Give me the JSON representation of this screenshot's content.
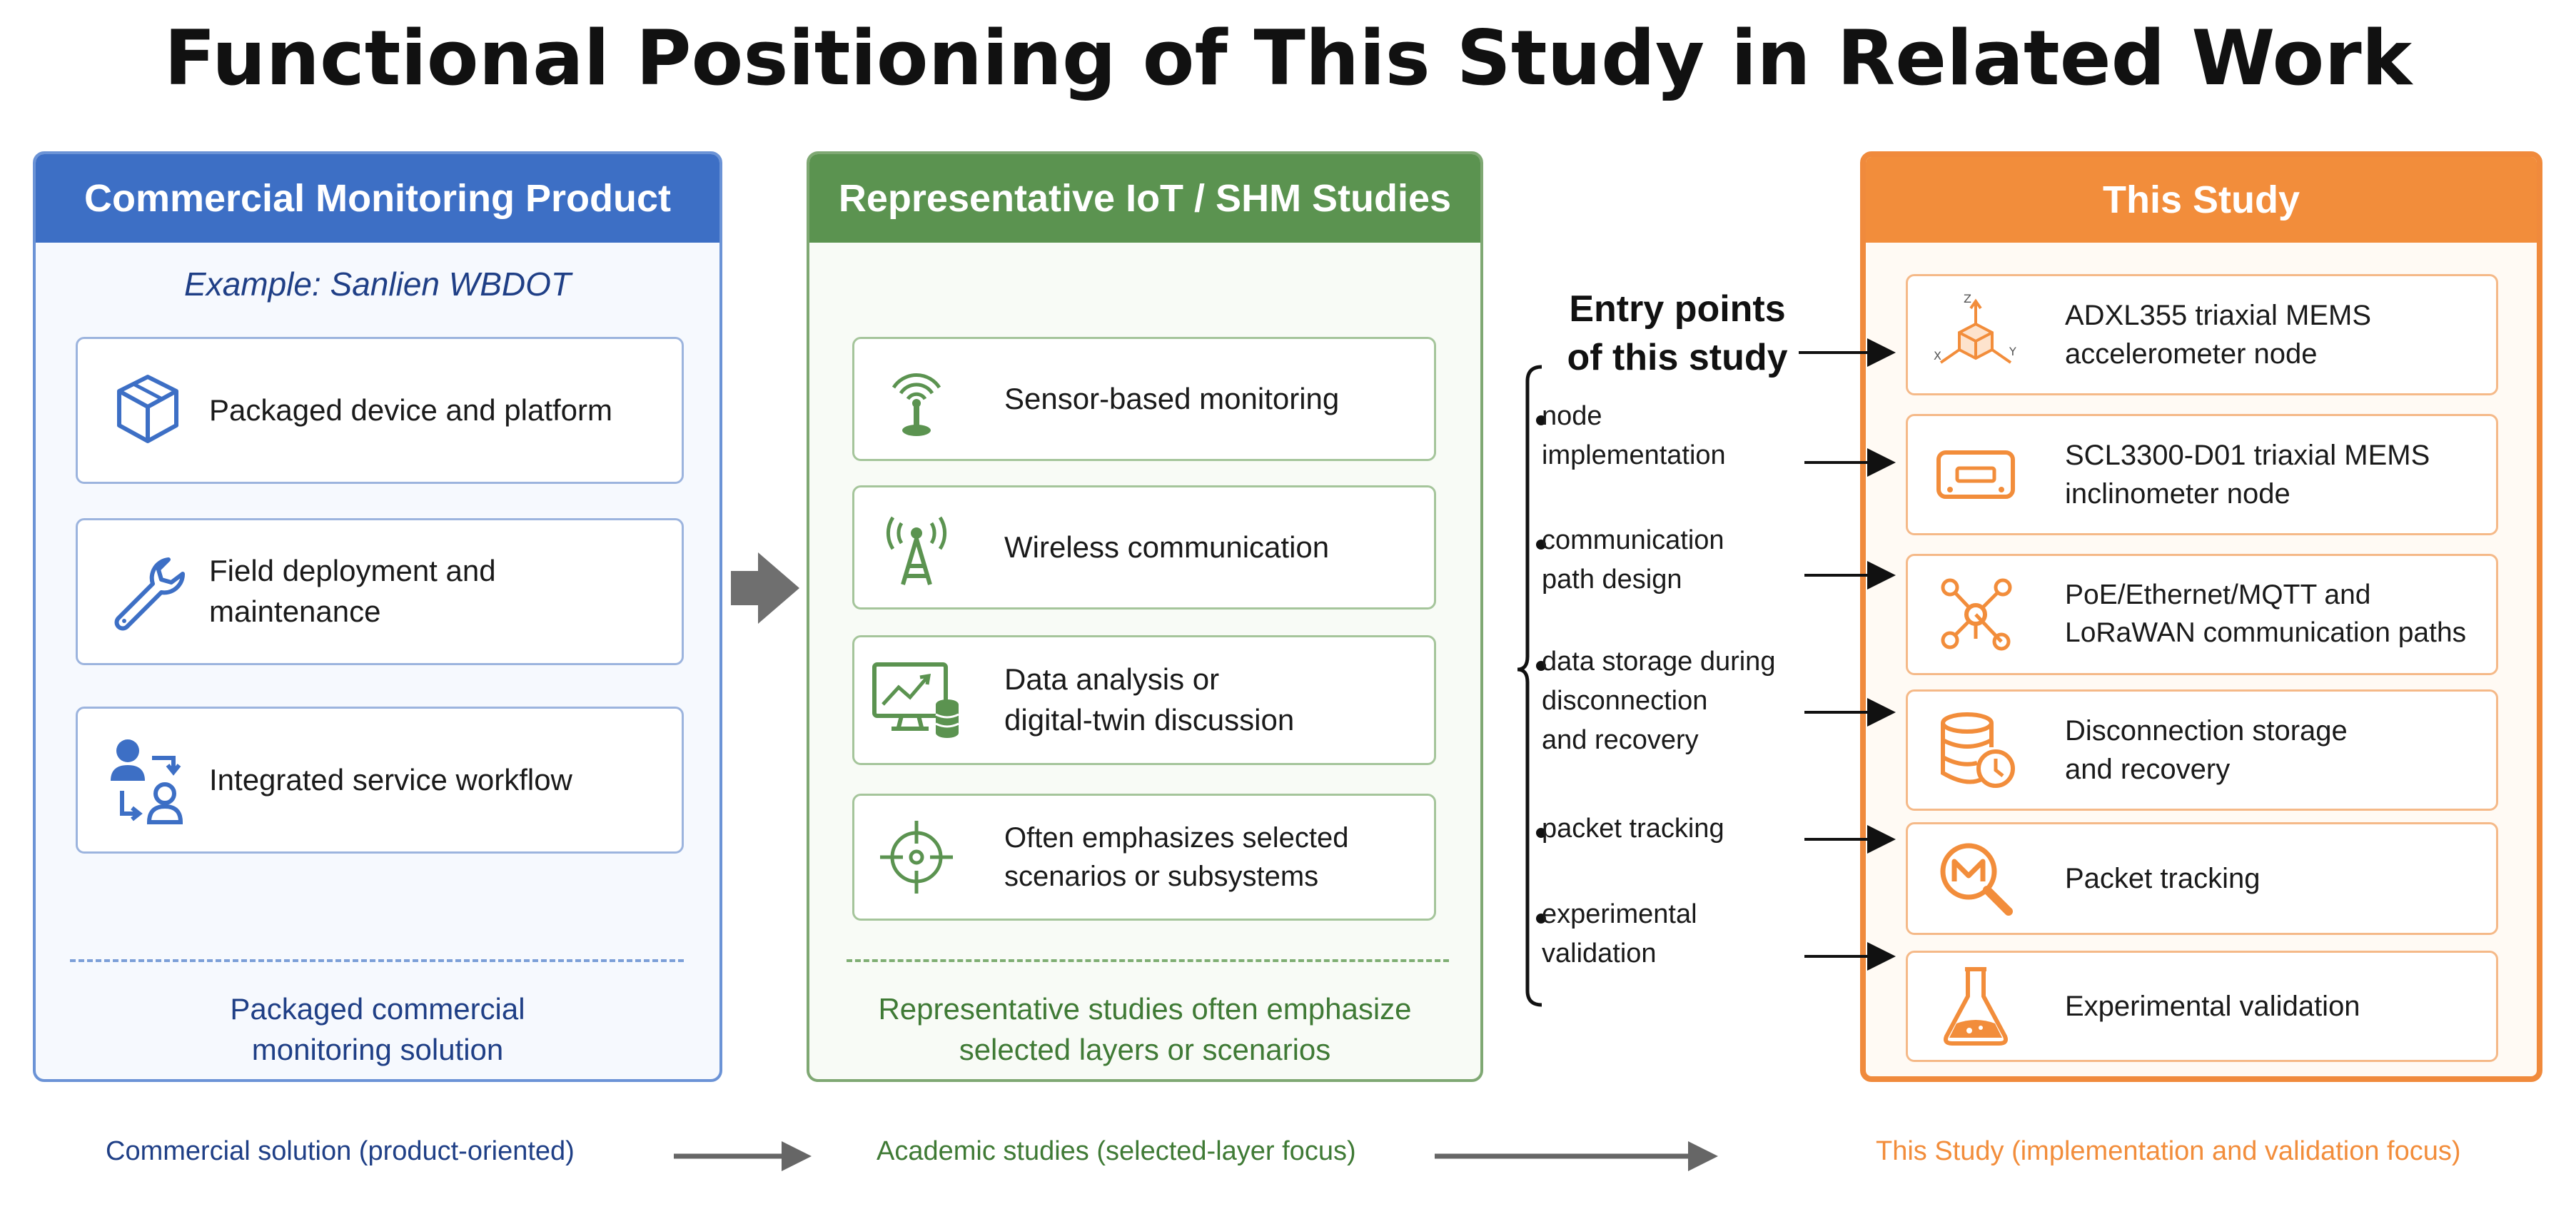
{
  "title": "Functional Positioning of This Study in Related Work",
  "colors": {
    "commercial": "#3d6fc5",
    "academic": "#5b9350",
    "study": "#f28d3b"
  },
  "commercial": {
    "header": "Commercial Monitoring Product",
    "example": "Example: Sanlien WBDOT",
    "cards": [
      {
        "icon": "package-box-icon",
        "label": "Packaged device and platform"
      },
      {
        "icon": "wrench-icon",
        "label": "Field deployment and maintenance"
      },
      {
        "icon": "user-workflow-icon",
        "label": "Integrated service workflow"
      }
    ],
    "footer": [
      "Packaged commercial",
      "monitoring solution"
    ]
  },
  "academic": {
    "header": "Representative IoT / SHM Studies",
    "cards": [
      {
        "icon": "sensor-signal-icon",
        "label": [
          "Sensor-based monitoring"
        ]
      },
      {
        "icon": "antenna-tower-icon",
        "label": [
          "Wireless communication"
        ]
      },
      {
        "icon": "analytics-database-icon",
        "label": [
          "Data analysis or",
          "digital-twin discussion"
        ]
      },
      {
        "icon": "target-crosshair-icon",
        "label": [
          "Often emphasizes selected",
          "scenarios or subsystems"
        ]
      }
    ],
    "footer": [
      "Representative studies often emphasize",
      "selected layers or scenarios"
    ]
  },
  "entry": {
    "title": [
      "Entry points",
      "of this study"
    ],
    "items": [
      [
        "node",
        "implementation"
      ],
      [
        "communication",
        "path design"
      ],
      [
        "data storage during",
        "disconnection",
        "and recovery"
      ],
      [
        "packet tracking"
      ],
      [
        "experimental",
        "validation"
      ]
    ]
  },
  "study": {
    "header": "This Study",
    "cards": [
      {
        "icon": "axes-cube-icon",
        "label": [
          "ADXL355 triaxial MEMS",
          "accelerometer node"
        ]
      },
      {
        "icon": "inclinometer-device-icon",
        "label": [
          "SCL3300-D01 triaxial MEMS",
          "inclinometer node"
        ]
      },
      {
        "icon": "network-nodes-icon",
        "label": [
          "PoE/Ethernet/MQTT and",
          "LoRaWAN communication paths"
        ]
      },
      {
        "icon": "database-clock-icon",
        "label": [
          "Disconnection storage",
          "and recovery"
        ]
      },
      {
        "icon": "magnifier-packet-icon",
        "label": [
          "Packet tracking"
        ]
      },
      {
        "icon": "flask-icon",
        "label": [
          "Experimental validation"
        ]
      }
    ],
    "axis_labels": {
      "z": "Z",
      "x": "X",
      "y": "Y"
    }
  },
  "bottom": {
    "commercial": "Commercial solution (product-oriented)",
    "academic": "Academic studies (selected-layer focus)",
    "study": "This Study (implementation and validation focus)"
  }
}
